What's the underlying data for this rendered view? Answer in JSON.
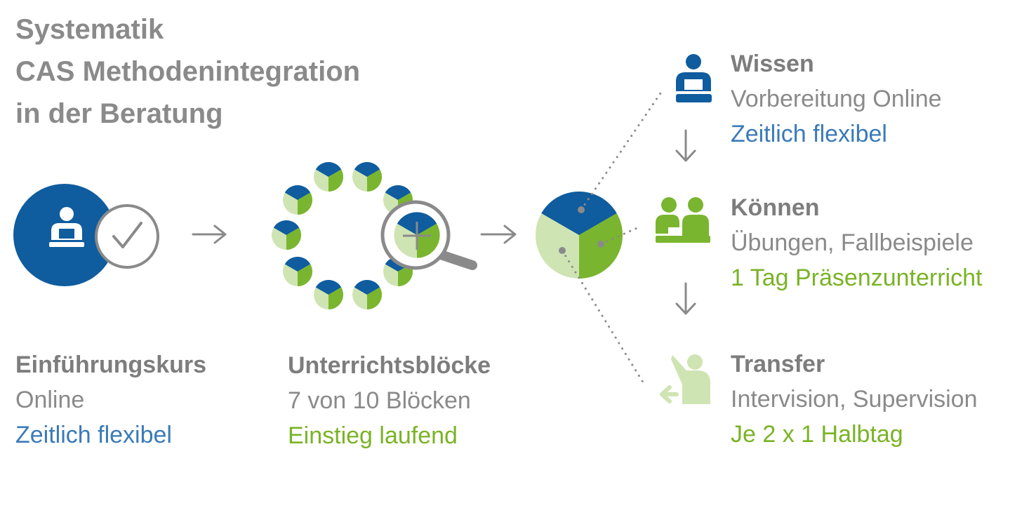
{
  "title": [
    "Systematik",
    "CAS Methodenintegration",
    "in der Beratung"
  ],
  "colors": {
    "blue": "#0f5c9f",
    "green": "#7ab52f",
    "light_green": "#cfe4b3",
    "grey": "#8a8a8a",
    "note_blue": "#3a7ab8",
    "note_green": "#7ab326"
  },
  "stages": {
    "intro": {
      "heading": "Einführungskurs",
      "detail": "Online",
      "note": "Zeitlich flexibel"
    },
    "blocks": {
      "heading": "Unterrichtsblöcke",
      "detail": "7 von 10 Blöcken",
      "note": "Einstieg laufend"
    },
    "wissen": {
      "heading": "Wissen",
      "detail": "Vorbereitung Online",
      "note": "Zeitlich flexibel",
      "icon": "person-laptop-icon"
    },
    "koennen": {
      "heading": "Können",
      "detail": "Übungen, Fallbeispiele",
      "note": "1 Tag Präsenzunterricht",
      "icon": "two-people-desk-icon"
    },
    "transfer": {
      "heading": "Transfer",
      "detail": "Intervision, Supervision",
      "note": "Je 2 x 1 Halbtag",
      "icon": "person-presenting-icon"
    }
  }
}
